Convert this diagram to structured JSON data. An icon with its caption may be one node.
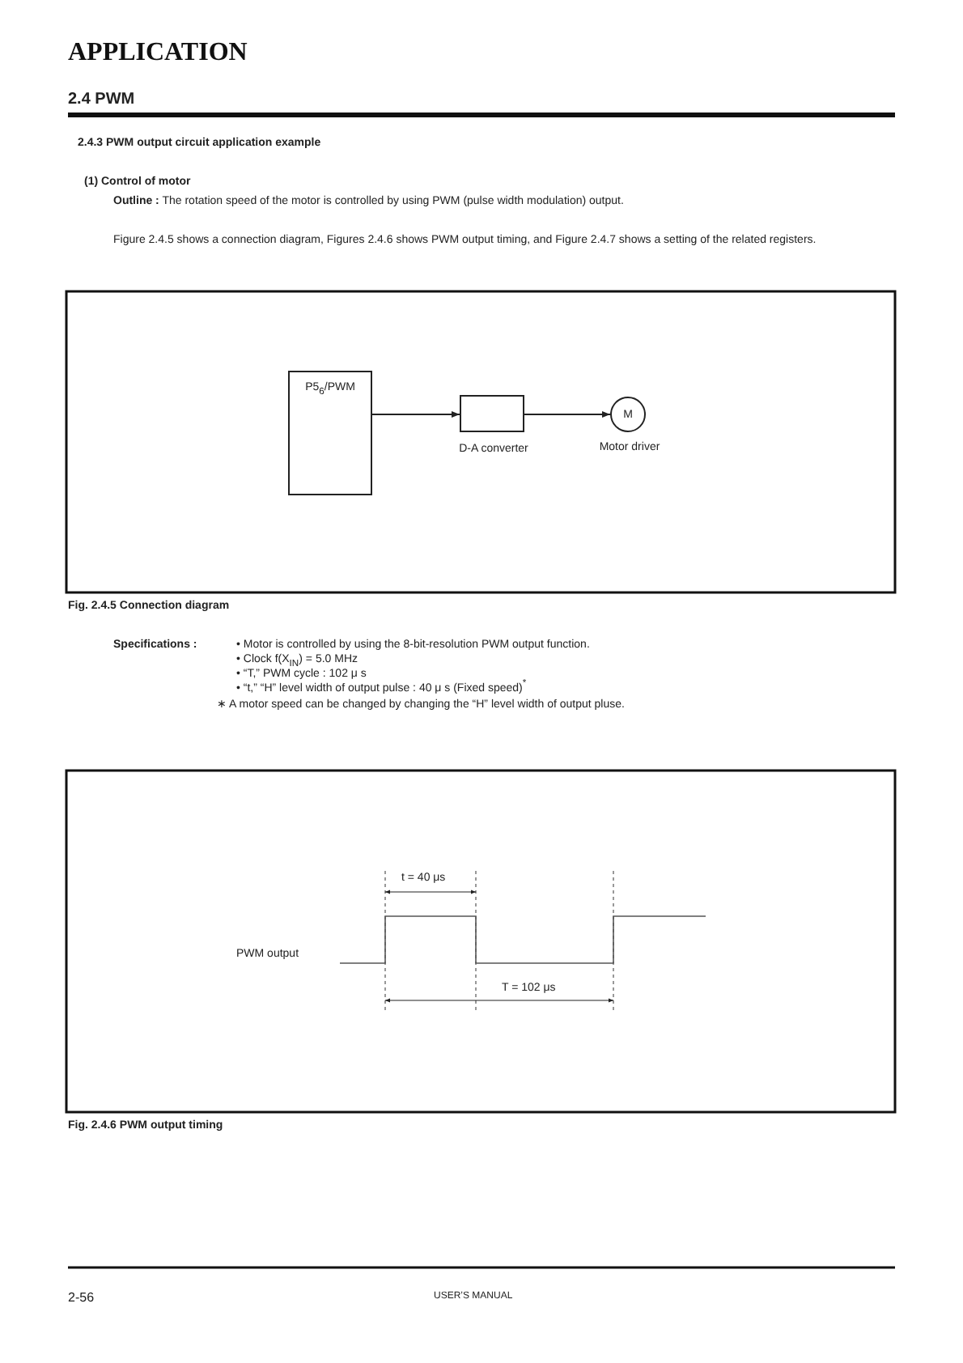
{
  "diagram": {
    "title": "APPLICATION",
    "nodes": [
      {
        "text": [
          "P5$_{6}$/PWM"
        ]
      },
      {
        "text": [
          "D-A converter"
        ]
      },
      {
        "text": [
          "M"
        ],
        "beside": [
          "Motor driver"
        ]
      }
    ],
    "edges": [
      {
        "from": 0,
        "to": 1,
        "arrow": "to"
      },
      {
        "from": 1,
        "to": 2,
        "arrow": "to"
      }
    ],
    "labels": [
      "2.4 PWM",
      "2.4.3 PWM output circuit application example",
      "(1) Control of motor",
      "**Outline :** The rotation speed of the motor is controlled by using PWM (pulse width modulation) output.",
      "Figure 2.4.5 shows a connection diagram, Figures 2.4.6 shows PWM output timing, and Figure 2.4.7 shows a setting of the related registers.",
      "Fig. 2.4.5 Connection diagram",
      "Specifications :",
      "• Motor is controlled by using the 8-bit-resolution PWM output function.",
      "• Clock f(X$_{IN}$) = 5.0 MHz",
      "• “T,” PWM cycle : 102  μ s",
      "• “t,” “H” level width of output pulse : 40 μ s (Fixed speed)$^{*}$",
      "∗ A motor speed can be changed by changing the “H” level width of output pluse.",
      "t = 40 μs",
      "PWM output",
      "T = 102 μs",
      "Fig. 2.4.6 PWM output timing",
      "2-56",
      "USER’S MANUAL"
    ]
  }
}
